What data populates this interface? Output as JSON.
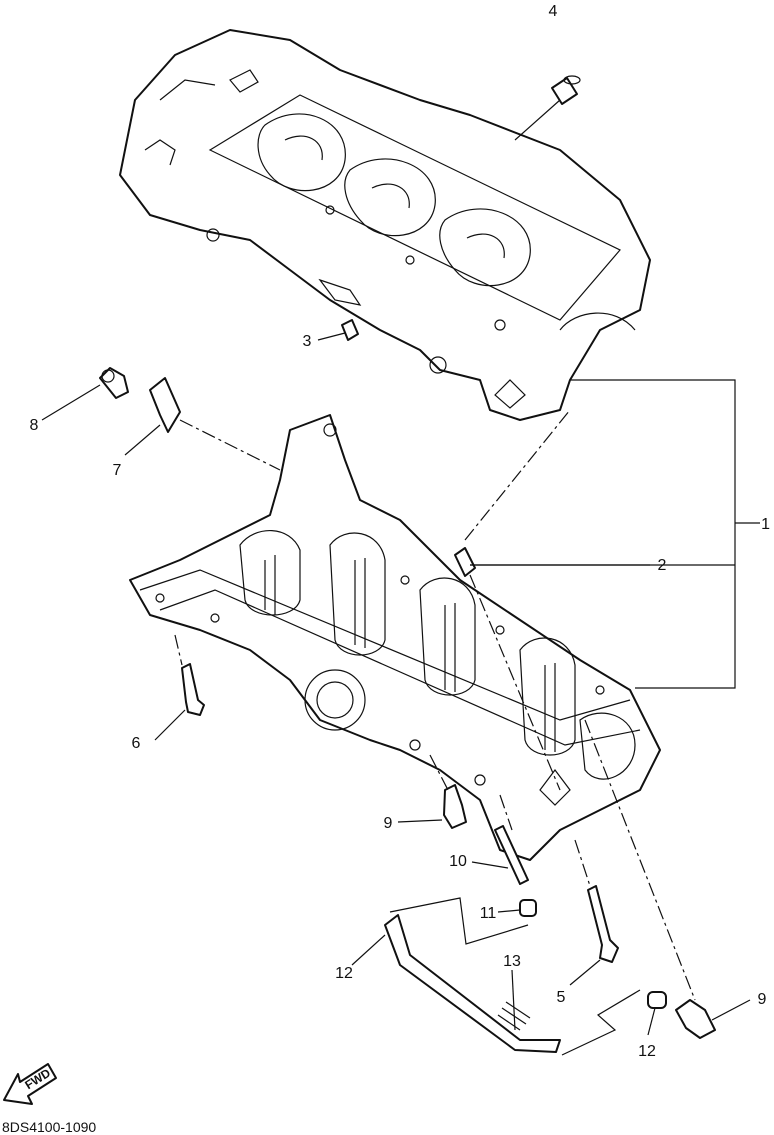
{
  "callouts": [
    {
      "id": "c1",
      "label": "1"
    },
    {
      "id": "c2",
      "label": "2"
    },
    {
      "id": "c3",
      "label": "3"
    },
    {
      "id": "c4",
      "label": "4"
    },
    {
      "id": "c5",
      "label": "5"
    },
    {
      "id": "c6",
      "label": "6"
    },
    {
      "id": "c7",
      "label": "7"
    },
    {
      "id": "c8",
      "label": "8"
    },
    {
      "id": "c9a",
      "label": "9"
    },
    {
      "id": "c9b",
      "label": "9"
    },
    {
      "id": "c10",
      "label": "10"
    },
    {
      "id": "c11",
      "label": "11"
    },
    {
      "id": "c12a",
      "label": "12"
    },
    {
      "id": "c12b",
      "label": "12"
    },
    {
      "id": "c13",
      "label": "13"
    }
  ],
  "forward_arrow": {
    "label": "FWD"
  },
  "drawing_code": "8DS4100-1090"
}
